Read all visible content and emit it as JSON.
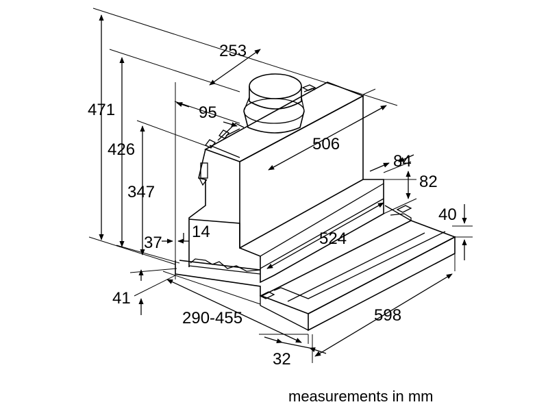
{
  "diagram": {
    "dimensions": {
      "height_total": "471",
      "height_426": "426",
      "height_347": "347",
      "height_41": "41",
      "offset_37": "37",
      "offset_14": "14",
      "depth_253": "253",
      "offset_95": "95",
      "depth_506": "506",
      "depth_84": "84",
      "height_82": "82",
      "height_40": "40",
      "depth_524": "524",
      "depth_range": "290-455",
      "width_598": "598",
      "offset_32": "32"
    },
    "caption": "measurements in mm"
  }
}
